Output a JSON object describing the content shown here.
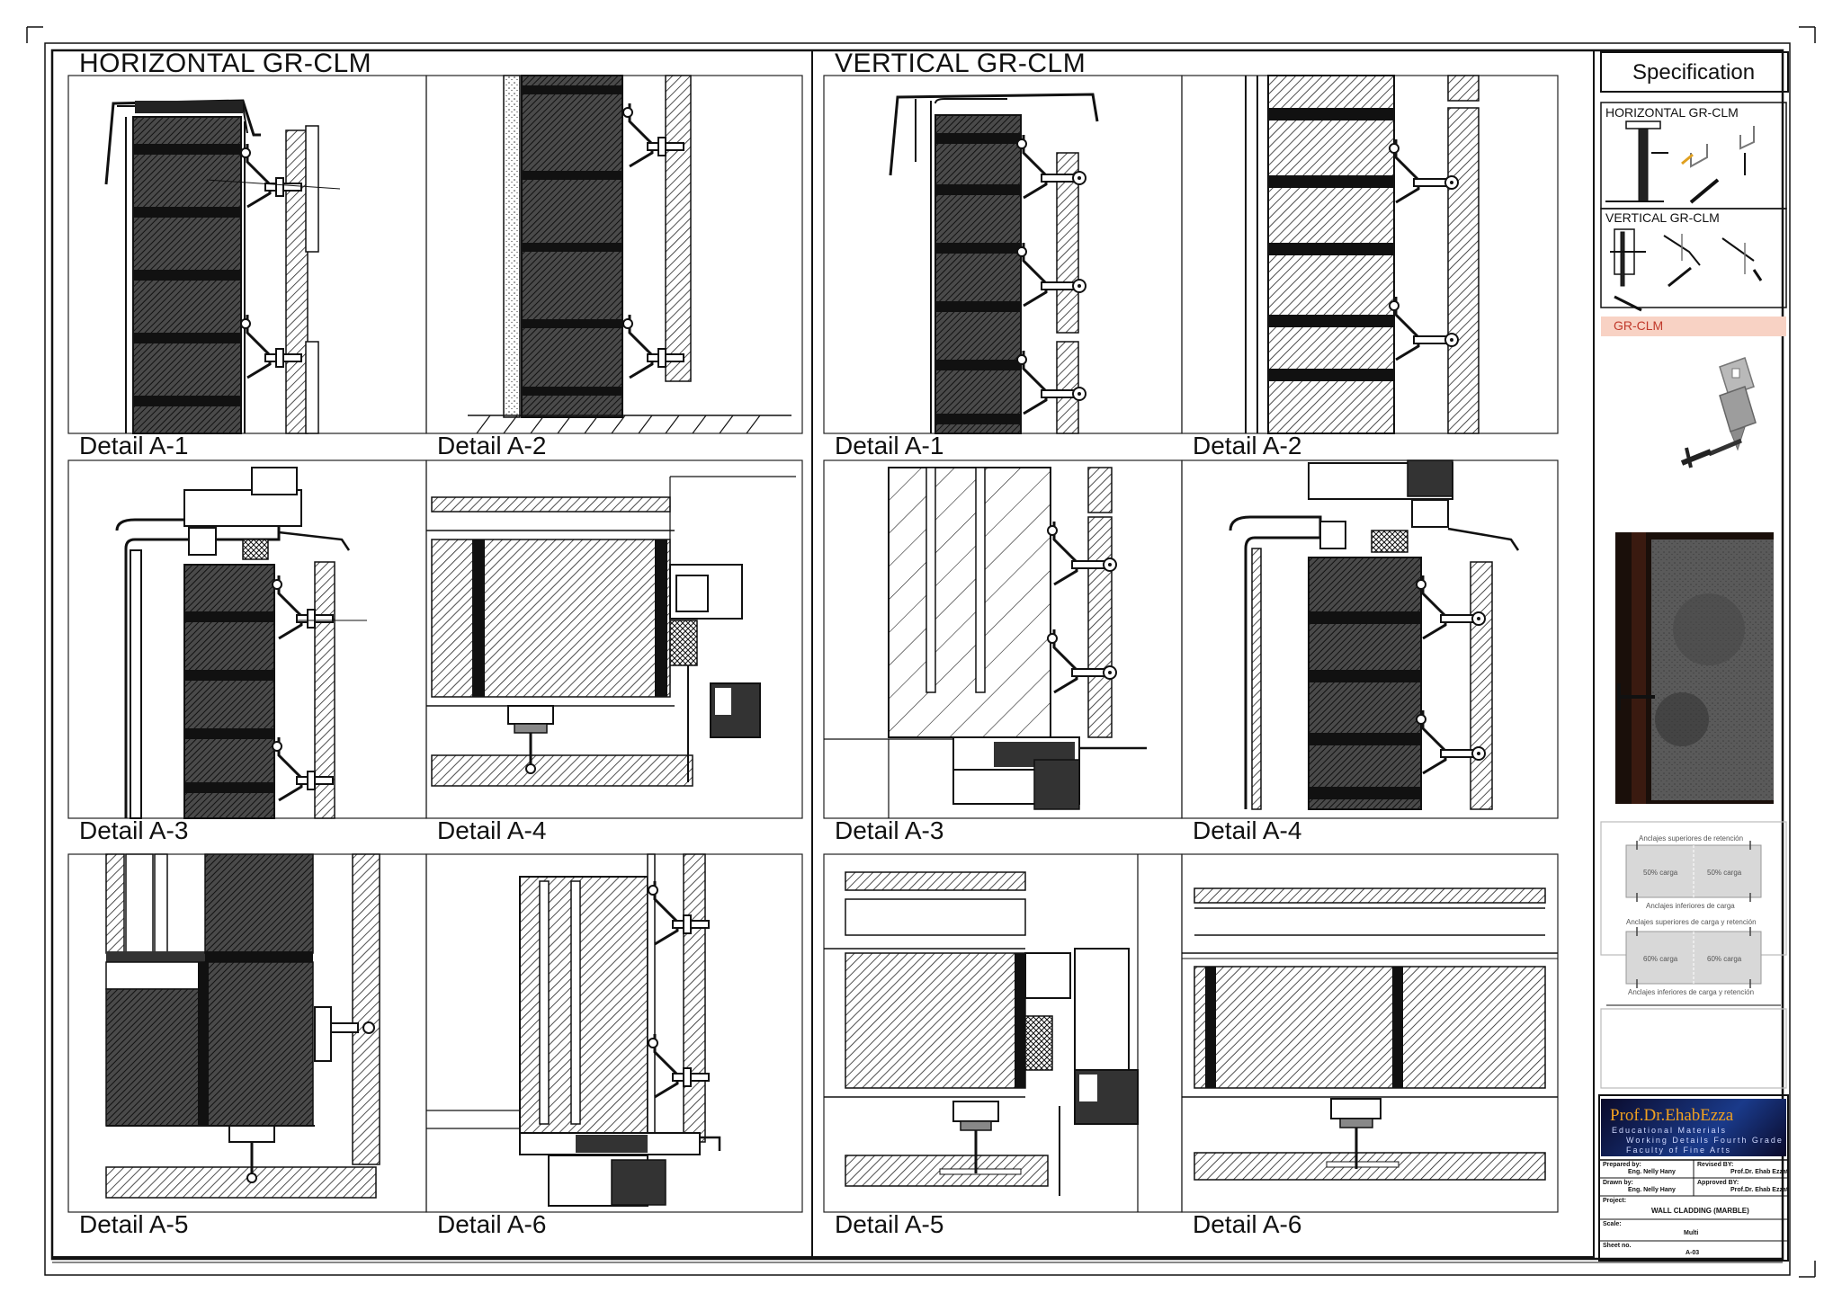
{
  "sheet": {
    "sections": {
      "horizontal_title": "HORIZONTAL GR-CLM",
      "vertical_title": "VERTICAL GR-CLM"
    },
    "details": {
      "h": [
        "Detail A-1",
        "Detail A-2",
        "Detail A-3",
        "Detail A-4",
        "Detail A-5",
        "Detail A-6"
      ],
      "v": [
        "Detail A-1",
        "Detail A-2",
        "Detail A-3",
        "Detail A-4",
        "Detail A-5",
        "Detail A-6"
      ]
    }
  },
  "spec": {
    "title": "Specification",
    "horizontal_label": "HORIZONTAL GR-CLM",
    "vertical_label": "VERTICAL GR-CLM",
    "gr_clm_label": "GR-CLM",
    "load_diagram": {
      "top1": "Anclajes superiores de retención",
      "cell1a": "50% carga",
      "cell1b": "50% carga",
      "bottom1": "Anclajes inferiores de carga",
      "top2": "Anclajes superiores de carga y retención",
      "cell2a": "60% carga",
      "cell2b": "60% carga",
      "bottom2": "Anclajes inferiores de carga y retención"
    }
  },
  "title_block": {
    "logo_name": "Prof.Dr.EhabEzza",
    "logo_line1": "Educational Materials",
    "logo_line2": "Working Details Fourth Grade",
    "logo_line3": "Faculty of Fine Arts",
    "prepared_by_label": "Prepared by:",
    "prepared_by": "Eng. Nelly Hany",
    "revised_by_label": "Revised BY:",
    "revised_by": "Prof.Dr. Ehab Ezzat",
    "drawn_by_label": "Drawn by:",
    "drawn_by": "Eng. Nelly Hany",
    "approved_by_label": "Approved BY:",
    "approved_by": "Prof.Dr. Ehab Ezzat",
    "project_label": "Project:",
    "project": "WALL CLADDING (MARBLE)",
    "scale_label": "Scale:",
    "scale": "Multi",
    "sheet_no_label": "Sheet no.",
    "sheet_no": "A-03"
  },
  "colors": {
    "line": "#111111",
    "panel_dark": "#333333",
    "gr_clm_band": "#f8d2c4",
    "gr_clm_text": "#c0392b"
  }
}
